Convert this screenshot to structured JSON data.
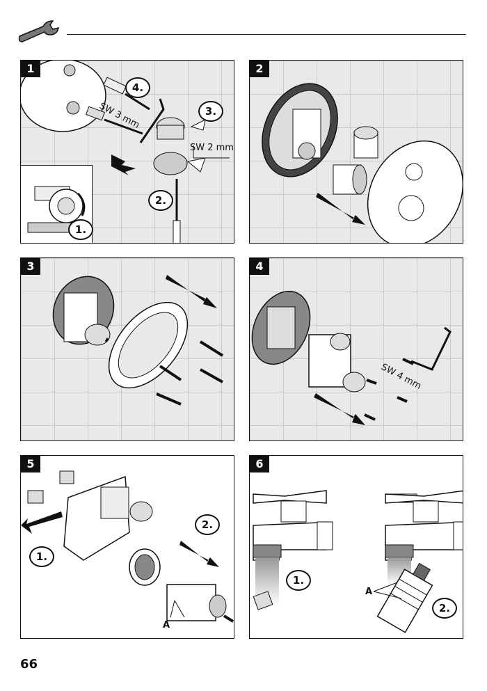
{
  "header": {
    "icon": "wrench-icon"
  },
  "panels": [
    {
      "number": "1",
      "steps": [
        "1.",
        "2.",
        "3.",
        "4."
      ],
      "labels": [
        "SW 3 mm",
        "SW 2 mm"
      ]
    },
    {
      "number": "2"
    },
    {
      "number": "3"
    },
    {
      "number": "4",
      "labels": [
        "SW 4 mm"
      ]
    },
    {
      "number": "5",
      "steps": [
        "1.",
        "2."
      ],
      "letter": "A"
    },
    {
      "number": "6",
      "steps": [
        "1.",
        "2."
      ],
      "letter": "A"
    }
  ],
  "page_number": "66"
}
